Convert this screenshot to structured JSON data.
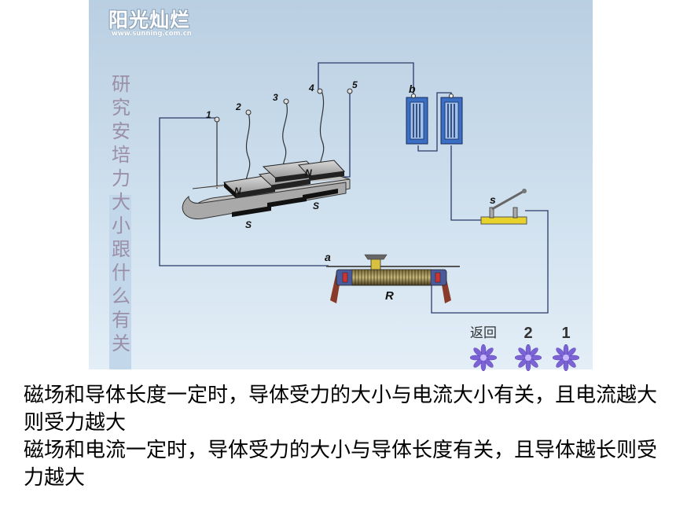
{
  "logo": {
    "title": "阳光灿烂",
    "url": "www.sunning.com.cn"
  },
  "side_title": "研究安培力大小跟什么有关",
  "diagram": {
    "terminals": [
      "1",
      "2",
      "3",
      "4",
      "5"
    ],
    "magnet_labels": {
      "north": "N",
      "south": "S"
    },
    "battery_label": "b",
    "switch_label": "s",
    "rheostat_slider_label": "a",
    "rheostat_label": "R"
  },
  "nav": {
    "back": "返回",
    "btn2": "2",
    "btn1": "1"
  },
  "conclusions": [
    "磁场和导体长度一定时，导体受力的大小与电流大小有关，且电流越大则受力越大",
    "磁场和电流一定时，导体受力的大小与导体长度有关，且导体越长则受力越大"
  ],
  "colors": {
    "panel_top": "#b9cfe2",
    "panel_bottom": "#e3eef7",
    "battery": "#3a6fc4",
    "switch_base": "#e6d22a",
    "rheostat_end": "#8a3a2a",
    "flower": "#7b63d6"
  }
}
